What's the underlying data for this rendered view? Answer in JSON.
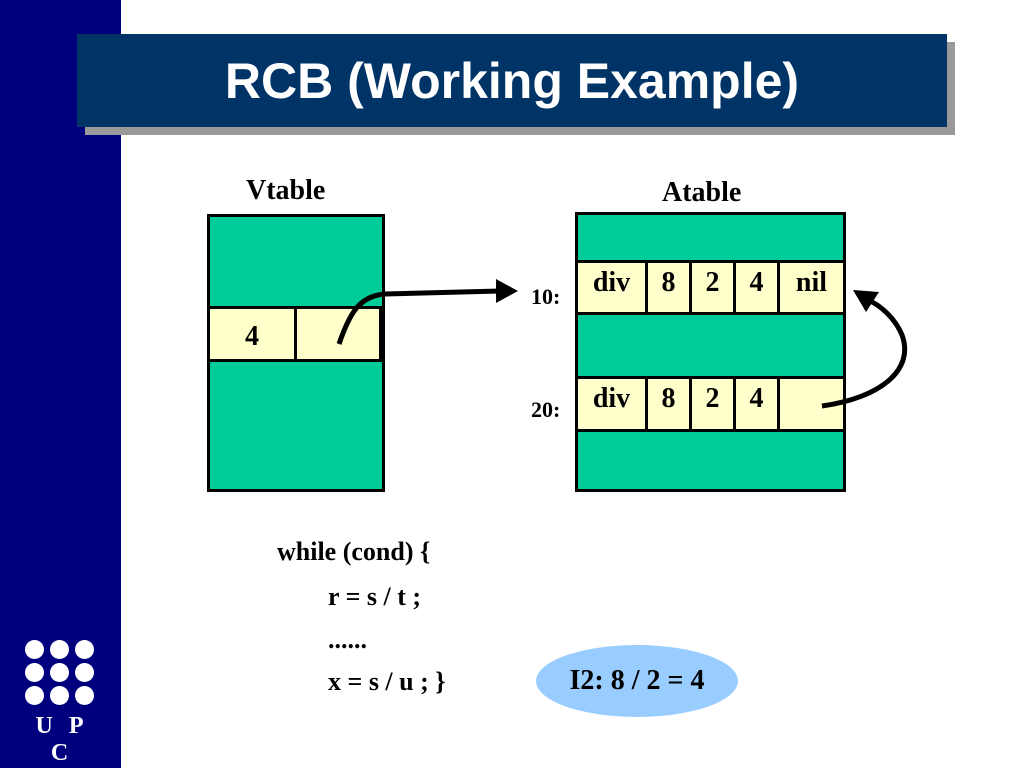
{
  "slide": {
    "title": "RCB (Working Example)",
    "logo_text": "U P C"
  },
  "vtable": {
    "label": "Vtable",
    "row_cells": [
      "4",
      ""
    ]
  },
  "atable": {
    "label": "Atable",
    "entries": [
      {
        "address": "10:",
        "cells": [
          "div",
          "8",
          "2",
          "4",
          "nil"
        ]
      },
      {
        "address": "20:",
        "cells": [
          "div",
          "8",
          "2",
          "4",
          ""
        ]
      }
    ]
  },
  "code": {
    "lines": [
      "while (cond) {",
      "r = s / t ;",
      "......",
      "x = s / u ; }"
    ]
  },
  "callout": {
    "text": "I2:  8 / 2 = 4",
    "color": "#99ccff"
  },
  "colors": {
    "sidebar": "#00007f",
    "title_bar": "#003366",
    "table_fill": "#00cc99",
    "cell_fill": "#ffffcc"
  }
}
